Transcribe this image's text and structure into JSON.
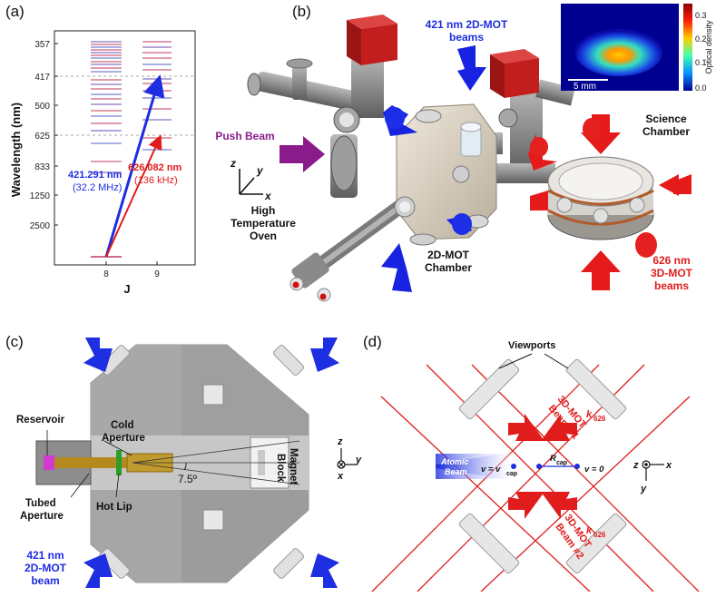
{
  "panels": {
    "a": {
      "tag": "(a)",
      "ylabel": "Wavelength (nm)",
      "xlabel": "J",
      "x_ticks": [
        "8",
        "9"
      ],
      "y_ticks": [
        "357",
        "417",
        "500",
        "625",
        "833",
        "1250",
        "2500"
      ],
      "transition_blue": {
        "line1": "421.291 nm",
        "line2": "(32.2 MHz)",
        "color": "#1f2de0"
      },
      "transition_red": {
        "line1": "626.082 nm",
        "line2": "(136 kHz)",
        "color": "#e01c1c"
      }
    },
    "b": {
      "tag": "(b)",
      "label_2d_beams_l1": "421 nm 2D-MOT",
      "label_2d_beams_l2": "beams",
      "push_beam": "Push Beam",
      "science_l1": "Science",
      "science_l2": "Chamber",
      "oven_l1": "High",
      "oven_l2": "Temperature",
      "oven_l3": "Oven",
      "mot2d_l1": "2D-MOT",
      "mot2d_l2": "Chamber",
      "mot3d_l1": "626 nm",
      "mot3d_l2": "3D-MOT",
      "mot3d_l3": "beams",
      "axes": {
        "z": "z",
        "y": "y",
        "x": "x"
      },
      "inset": {
        "scale_label": "5 mm",
        "colorbar_label": "Optical density",
        "colorbar_ticks": [
          "0.3",
          "0.2",
          "0.1",
          "0.0"
        ]
      }
    },
    "c": {
      "tag": "(c)",
      "reservoir": "Reservoir",
      "cold_l1": "Cold",
      "cold_l2": "Aperture",
      "magnet_l1": "Magnet",
      "magnet_l2": "Block",
      "angle": "7.5º",
      "tubed_l1": "Tubed",
      "tubed_l2": "Aperture",
      "hot_lip": "Hot Lip",
      "beam_l1": "421 nm",
      "beam_l2": "2D-MOT",
      "beam_l3": "beam",
      "axes": {
        "z": "z",
        "y": "y",
        "x": "x"
      }
    },
    "d": {
      "tag": "(d)",
      "viewports": "Viewports",
      "beam1_l1": "3D-MOT",
      "beam1_l2": "Beam #1",
      "beam2_l1": "3D-MOT",
      "beam2_l2": "Beam #2",
      "k_label": "k",
      "k_sub": "626",
      "atomic_l1": "Atomic",
      "atomic_l2": "Beam",
      "v_cap_pre": "v = v",
      "v_cap_sub": "cap",
      "r_cap": "R",
      "r_cap_sub": "cap",
      "v_zero": "v = 0",
      "axes": {
        "z": "z",
        "x": "x",
        "y": "y"
      }
    }
  }
}
